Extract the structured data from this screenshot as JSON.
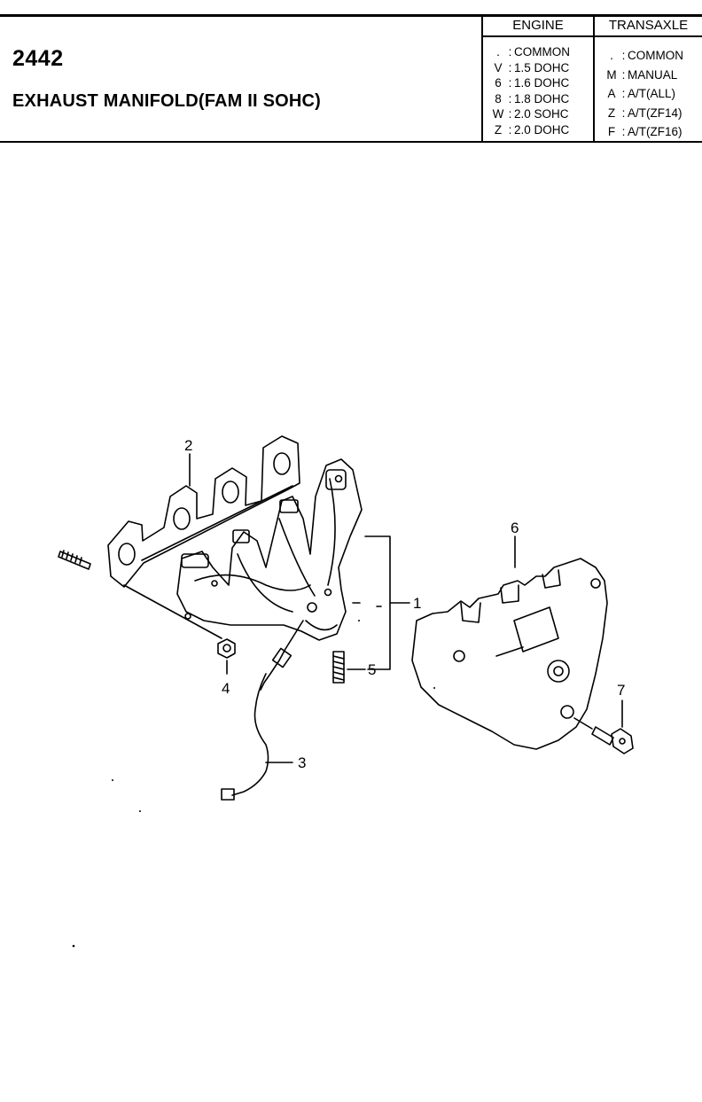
{
  "header": {
    "part_number": "2442",
    "title": "EXHAUST MANIFOLD(FAM II SOHC)"
  },
  "legend": {
    "engine": {
      "heading": "ENGINE",
      "rows": [
        {
          "code": ".",
          "label": "COMMON"
        },
        {
          "code": "V",
          "label": "1.5 DOHC"
        },
        {
          "code": "6",
          "label": "1.6 DOHC"
        },
        {
          "code": "8",
          "label": "1.8 DOHC"
        },
        {
          "code": "W",
          "label": "2.0 SOHC"
        },
        {
          "code": "Z",
          "label": "2.0 DOHC"
        }
      ]
    },
    "transaxle": {
      "heading": "TRANSAXLE",
      "rows": [
        {
          "code": ".",
          "label": "COMMON"
        },
        {
          "code": "M",
          "label": "MANUAL"
        },
        {
          "code": "A",
          "label": "A/T(ALL)"
        },
        {
          "code": "Z",
          "label": "A/T(ZF14)"
        },
        {
          "code": "F",
          "label": "A/T(ZF16)"
        }
      ]
    }
  },
  "callouts": {
    "c1": "1",
    "c2": "2",
    "c3": "3",
    "c4": "4",
    "c5": "5",
    "c6": "6",
    "c7": "7"
  }
}
